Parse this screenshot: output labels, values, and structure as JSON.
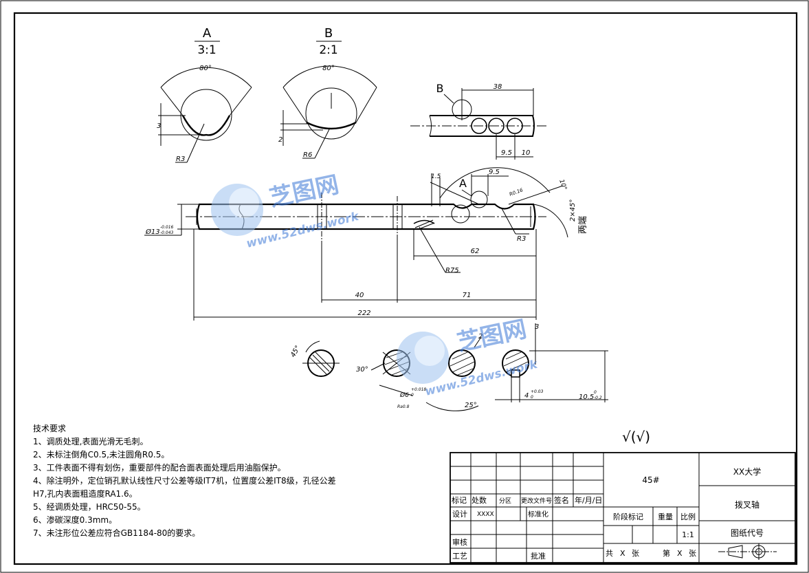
{
  "views": {
    "detail_a": {
      "letter": "A",
      "scale": "3:1",
      "angle": "80°",
      "depth": "3",
      "radius": "R3"
    },
    "detail_b": {
      "letter": "B",
      "scale": "2:1",
      "angle": "80°",
      "depth": "2",
      "radius": "R6"
    }
  },
  "top_view": {
    "label_b": "B",
    "dim_38": "38",
    "dim_9_5": "9.5",
    "dim_10": "10"
  },
  "main_view": {
    "label_a": "A",
    "dim_1_5": "1.5",
    "dim_9_5": "9.5",
    "angle_10": "10°",
    "r0_16": "R0.16",
    "chamfer": "2×45°",
    "both_ends": "两端",
    "diameter": "Ø13",
    "tol_upper": "-0.016",
    "tol_lower": "-0.043",
    "r3": "R3",
    "r75": "R75",
    "dim_62": "62",
    "dim_40": "40",
    "dim_71": "71",
    "dim_222": "222"
  },
  "sections": {
    "angle_45": "45°",
    "angle_30": "30°",
    "hole_dia": "Ø6",
    "hole_tol_upper": "+0.018",
    "hole_tol_lower": "0",
    "dim_2": "2",
    "angle_25": "25°",
    "dim_3": "3",
    "width_4": "4",
    "width_tol_upper": "+0.03",
    "width_tol_lower": "0",
    "dim_10_5": "10.5",
    "dim_10_5_tol": "0",
    "dim_10_5_tol2": "-0.2",
    "ra_note": "Ra0.8"
  },
  "watermark": {
    "brand": "芝图网",
    "url": "www.52dws.work"
  },
  "surface_symbol": "√(√)",
  "notes": {
    "title": "技术要求",
    "items": [
      "1、调质处理,表面光滑无毛刺。",
      "2、未标注倒角C0.5,未注圆角R0.5。",
      "3、工件表面不得有划伤，重要部件的配合面表面处理后用油脂保护。",
      "4、除注明外，定位销孔默认线性尺寸公差等级IT7机，位置度公差IT8级，孔径公差",
      "H7,孔内表面粗造度RA1.6。",
      "5、经调质处理，HRC50-55。",
      "6、渗碳深度0.3mm。",
      "7、未注形位公差应符合GB1184-80的要求。"
    ]
  },
  "title_block": {
    "biaoji": "标记",
    "chushu": "处数",
    "fenqu": "分区",
    "gengwenjian": "更改文件号",
    "qianming": "签名",
    "date": "年/月/日",
    "sheji": "设计",
    "designer": "XXXX",
    "biaozhunhua": "标准化",
    "shenhe": "审核",
    "gongyi": "工艺",
    "pizhun": "批准",
    "material": "45#",
    "jieduan": "阶段标记",
    "zhongliang": "重量",
    "bili": "比例",
    "scale": "1:1",
    "gong": "共",
    "x1": "X",
    "zhang1": "张",
    "di": "第",
    "x2": "X",
    "zhang2": "张",
    "school": "XX大学",
    "part_name": "拨叉轴",
    "drawing_code": "图纸代号"
  }
}
